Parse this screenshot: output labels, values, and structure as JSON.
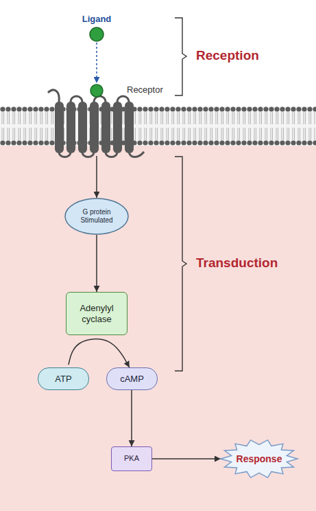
{
  "diagram": {
    "nodes": [
      {
        "text": [
          "Ligand"
        ]
      },
      {
        "text": [
          "Receptor"
        ]
      },
      {
        "text": [
          "G protein Stimulated"
        ]
      },
      {
        "text": [
          "Adenylyl cyclase"
        ]
      },
      {
        "text": [
          "ATP"
        ]
      },
      {
        "text": [
          "cAMP"
        ]
      },
      {
        "text": [
          "PKA"
        ]
      },
      {
        "text": [
          "Response"
        ]
      }
    ],
    "edges": [
      {
        "from": 0,
        "to": 1,
        "arrow": "to"
      },
      {
        "from": 1,
        "to": 2,
        "arrow": "to"
      },
      {
        "from": 2,
        "to": 3,
        "arrow": "to"
      },
      {
        "from": 4,
        "to": 5,
        "arrow": "to"
      },
      {
        "from": 5,
        "to": 6,
        "arrow": "to"
      },
      {
        "from": 6,
        "to": 7,
        "arrow": "to"
      }
    ],
    "labels": [
      "Reception",
      "Transduction"
    ]
  }
}
